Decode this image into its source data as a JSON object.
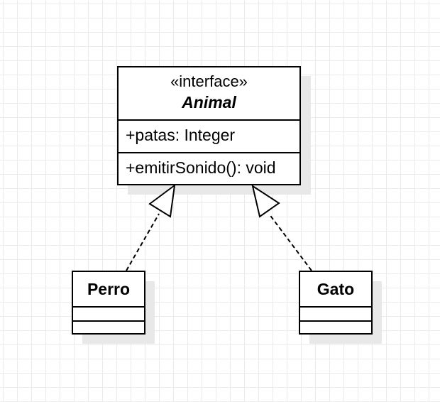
{
  "diagram": {
    "interface": {
      "stereotype": "«interface»",
      "name": "Animal",
      "attributes": [
        "+patas: Integer"
      ],
      "operations": [
        "+emitirSonido(): void"
      ]
    },
    "classes": [
      {
        "name": "Perro",
        "attributes": [],
        "operations": []
      },
      {
        "name": "Gato",
        "attributes": [],
        "operations": []
      }
    ],
    "relations": [
      {
        "type": "realization",
        "from": "Perro",
        "to": "Animal"
      },
      {
        "type": "realization",
        "from": "Gato",
        "to": "Animal"
      }
    ]
  }
}
